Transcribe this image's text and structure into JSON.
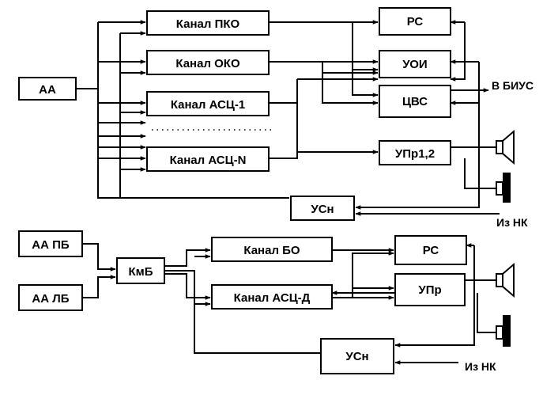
{
  "top": {
    "aa": "АА",
    "channels": [
      "Канал ПКО",
      "Канал ОКО",
      "Канал АСЦ-1",
      "Канал АСЦ-N"
    ],
    "rs": "РС",
    "uoi": "УОИ",
    "cvs": "ЦВС",
    "upr": "УПр1,2",
    "usn": "УСн",
    "to_bius": "В БИУС",
    "from_nk": "Из НК"
  },
  "bottom": {
    "aa_pb": "АА ПБ",
    "aa_lb": "АА ЛБ",
    "kmb": "КмБ",
    "channel_bo": "Канал БО",
    "channel_ascd": "Канал АСЦ-Д",
    "rs": "РС",
    "upr": "УПр",
    "usn": "УСн",
    "from_nk": "Из НК"
  }
}
